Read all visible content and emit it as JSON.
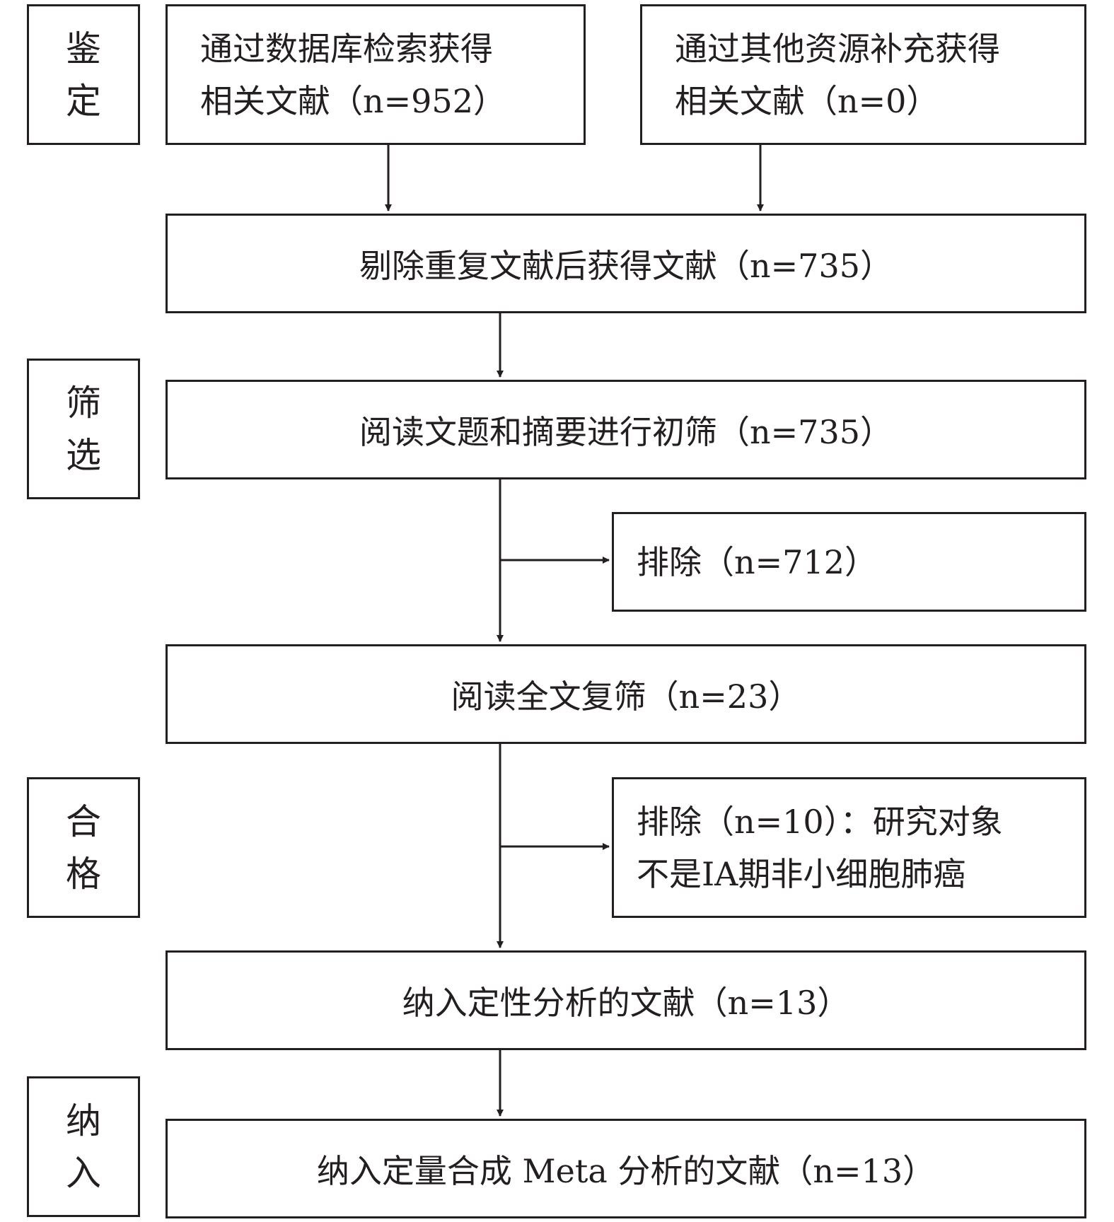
{
  "stages": {
    "identification": [
      "鉴",
      "定"
    ],
    "screening": [
      "筛",
      "选"
    ],
    "eligibility": [
      "合",
      "格"
    ],
    "included": [
      "纳",
      "入"
    ]
  },
  "boxes": {
    "database": [
      "通过数据库检索获得",
      "相关文献（n=952）"
    ],
    "other_sources": [
      "通过其他资源补充获得",
      "相关文献（n=0）"
    ],
    "deduplicated": "剔除重复文献后获得文献（n=735）",
    "title_abstract": "阅读文题和摘要进行初筛（n=735）",
    "excluded_1": "排除（n=712）",
    "full_text": "阅读全文复筛（n=23）",
    "excluded_2": [
      "排除（n=10）：研究对象",
      "不是ⅠA期非小细胞肺癌"
    ],
    "qualitative": "纳入定性分析的文献（n=13）",
    "quantitative": "纳入定量合成 Meta 分析的文献（n=13）"
  }
}
